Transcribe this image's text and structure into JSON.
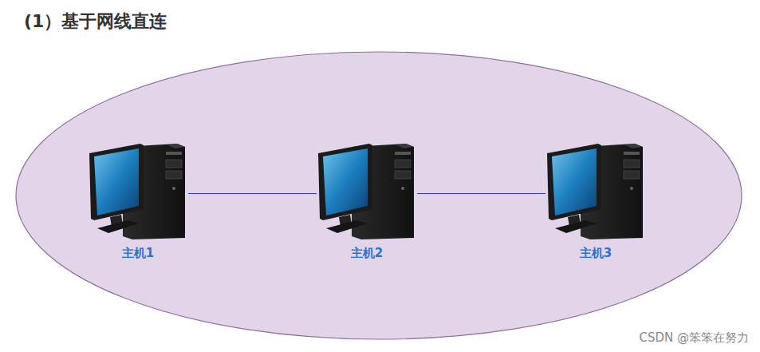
{
  "diagram": {
    "title": "(1）基于网线直连",
    "nodes": [
      {
        "text": [
          "主机1"
        ]
      },
      {
        "text": [
          "主机2"
        ]
      },
      {
        "text": [
          "主机3"
        ]
      }
    ],
    "edges": [
      {
        "from": 0,
        "to": 1,
        "arrow": "none"
      },
      {
        "from": 1,
        "to": 2,
        "arrow": "none"
      }
    ],
    "labels": [
      "CSDN @笨笨在努力"
    ]
  }
}
